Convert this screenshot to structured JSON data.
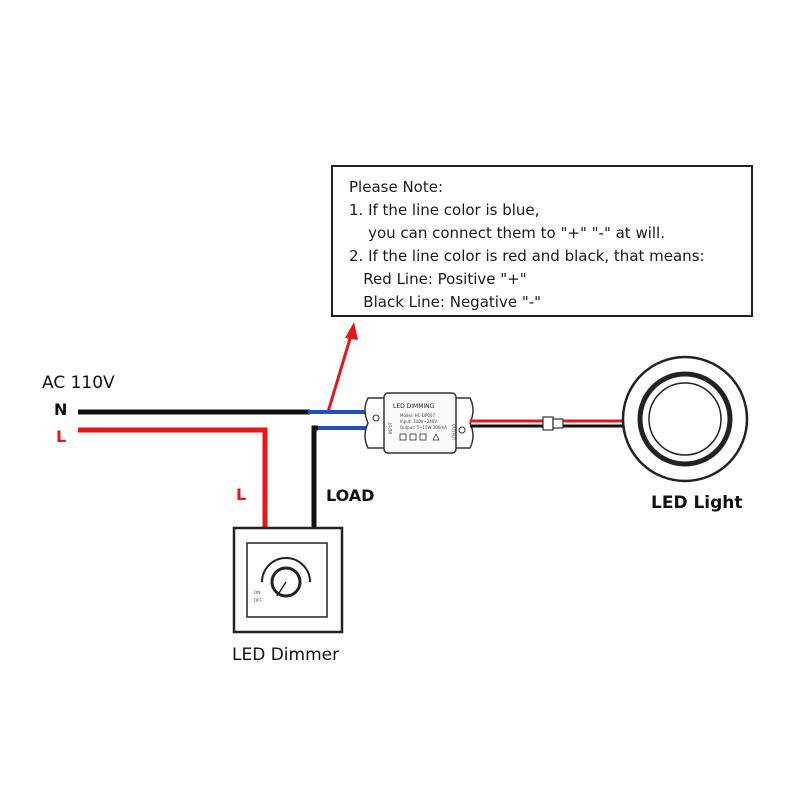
{
  "note": {
    "lines": [
      "Please Note:",
      "1. If the line color is blue,",
      "    you can connect them to \"+\" \"-\" at will.",
      "2. If the line color is red and black, that means:",
      "   Red Line: Positive \"+\"",
      "   Black Line: Negative \"-\""
    ]
  },
  "labels": {
    "ac": "AC 110V",
    "n": "N",
    "l": "L",
    "l_vertical": "L",
    "load": "LOAD",
    "led_light": "LED Light",
    "led_dimmer": "LED Dimmer"
  },
  "driver": {
    "title": "LED DIMMING",
    "spec1": "Model: HC-DP007",
    "spec2": "Input: 100V~240V",
    "spec3": "Output: 5~15W 300mA",
    "side": "INPUT",
    "side2": "OUTPUT"
  },
  "dimmer": {
    "on": "ON",
    "off": "OFF"
  },
  "colors": {
    "live": "#e8151b",
    "neutral": "#111111",
    "blue": "#1f4fb8",
    "arrow": "#e8151b",
    "box": "#222222"
  }
}
